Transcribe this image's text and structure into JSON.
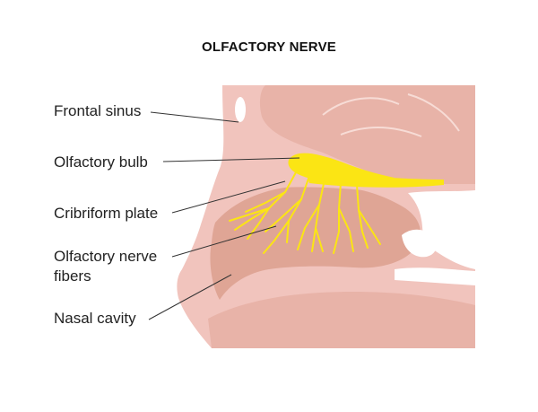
{
  "title": "OLFACTORY NERVE",
  "labels": {
    "frontal_sinus": "Frontal sinus",
    "olfactory_bulb": "Olfactory bulb",
    "cribriform_plate": "Cribriform plate",
    "nerve_fibers_line1": "Olfactory nerve",
    "nerve_fibers_line2": "fibers",
    "nasal_cavity": "Nasal cavity"
  },
  "colors": {
    "skin_light": "#f1c4bd",
    "skin_mid": "#e8b3a8",
    "tissue": "#dfa595",
    "nerve": "#fbe514",
    "leader_line": "#333333",
    "background": "#ffffff"
  }
}
